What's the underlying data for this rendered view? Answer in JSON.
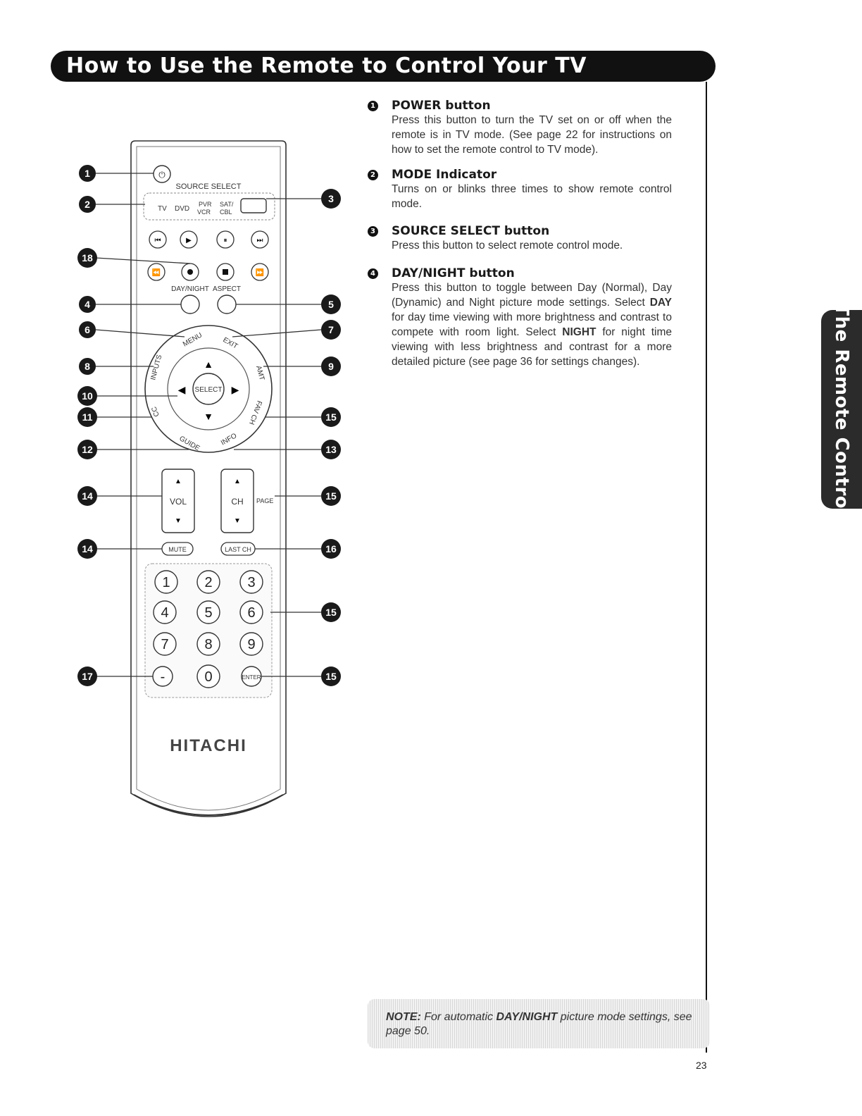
{
  "header": {
    "title": "How to Use the Remote to Control Your TV"
  },
  "side_tab": {
    "label": "The Remote Control"
  },
  "remote": {
    "brand": "HITACHI",
    "source_select": "SOURCE SELECT",
    "modes": [
      "TV",
      "DVD",
      "PVR",
      "VCR",
      "SAT/",
      "CBL"
    ],
    "day_night": "DAY/NIGHT",
    "aspect": "ASPECT",
    "ring": {
      "menu": "MENU",
      "exit": "EXIT",
      "inputs": "INPUTS",
      "amt": "AMT",
      "cc": "CC",
      "favch": "FAV CH",
      "guide": "GUIDE",
      "info": "INFO",
      "select": "SELECT"
    },
    "vol": "VOL",
    "ch": "CH",
    "page": "PAGE",
    "mute": "MUTE",
    "last_ch": "LAST CH",
    "digits": [
      "1",
      "2",
      "3",
      "4",
      "5",
      "6",
      "7",
      "8",
      "9",
      "-",
      "0"
    ],
    "enter": "ENTER",
    "callouts": {
      "c1": "1",
      "c2": "2",
      "c3": "3",
      "c18": "18",
      "c4": "4",
      "c5": "5",
      "c6": "6",
      "c7": "7",
      "c8": "8",
      "c9": "9",
      "c10": "10",
      "c11": "11",
      "c15a": "15",
      "c12": "12",
      "c13": "13",
      "c14a": "14",
      "c15b": "15",
      "c14b": "14",
      "c16": "16",
      "c15c": "15",
      "c17": "17",
      "c15d": "15"
    }
  },
  "descriptions": [
    {
      "num": "1",
      "title": "POWER button",
      "body": "Press this button to turn the TV set on or off when the remote is in TV mode. (See page 22 for instructions on how to set the remote control to TV mode)."
    },
    {
      "num": "2",
      "title": "MODE Indicator",
      "body": "Turns on or blinks three times to show remote control mode."
    },
    {
      "num": "3",
      "title": "SOURCE SELECT button",
      "body": "Press this button to select remote control mode."
    },
    {
      "num": "4",
      "title": "DAY/NIGHT button",
      "body_parts": [
        "Press this button to toggle between Day (Normal), Day (Dynamic) and Night picture mode settings. Select ",
        "DAY",
        " for day time viewing with more brightness and contrast to compete with room light. Select ",
        "NIGHT",
        " for night time viewing with less brightness and contrast for a more detailed picture (see page 36 for settings changes)."
      ]
    }
  ],
  "note": {
    "label": "NOTE:",
    "text_a": " For automatic ",
    "bold": "DAY/NIGHT",
    "text_b": " picture mode settings, see page 50."
  },
  "page_number": "23"
}
